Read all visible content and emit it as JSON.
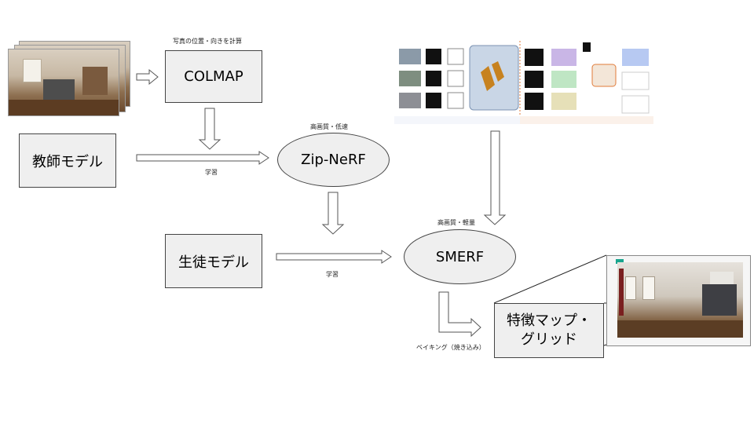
{
  "nodes": {
    "colmap": "COLMAP",
    "teacher": "教師モデル",
    "zipnerf": "Zip-NeRF",
    "student": "生徒モデル",
    "smerf": "SMERF",
    "grid": "特徴マップ・グリッド"
  },
  "labels": {
    "colmap_caption": "写真の位置・向きを計算",
    "zipnerf_caption": "高画質・低速",
    "smerf_caption": "高画質・軽量",
    "learn_1": "学習",
    "learn_2": "学習",
    "baking": "ベイキング（焼き込み）"
  },
  "colors": {
    "node_fill": "#efefef",
    "node_border": "#444444",
    "arrow_fill": "#ffffff",
    "arrow_stroke": "#555555",
    "ui_badge": "#19a58e"
  },
  "icons": {
    "photo_stack": "photo-stack-icon",
    "paper_figure": "paper-figure-icon",
    "room_render": "room-render-icon"
  }
}
